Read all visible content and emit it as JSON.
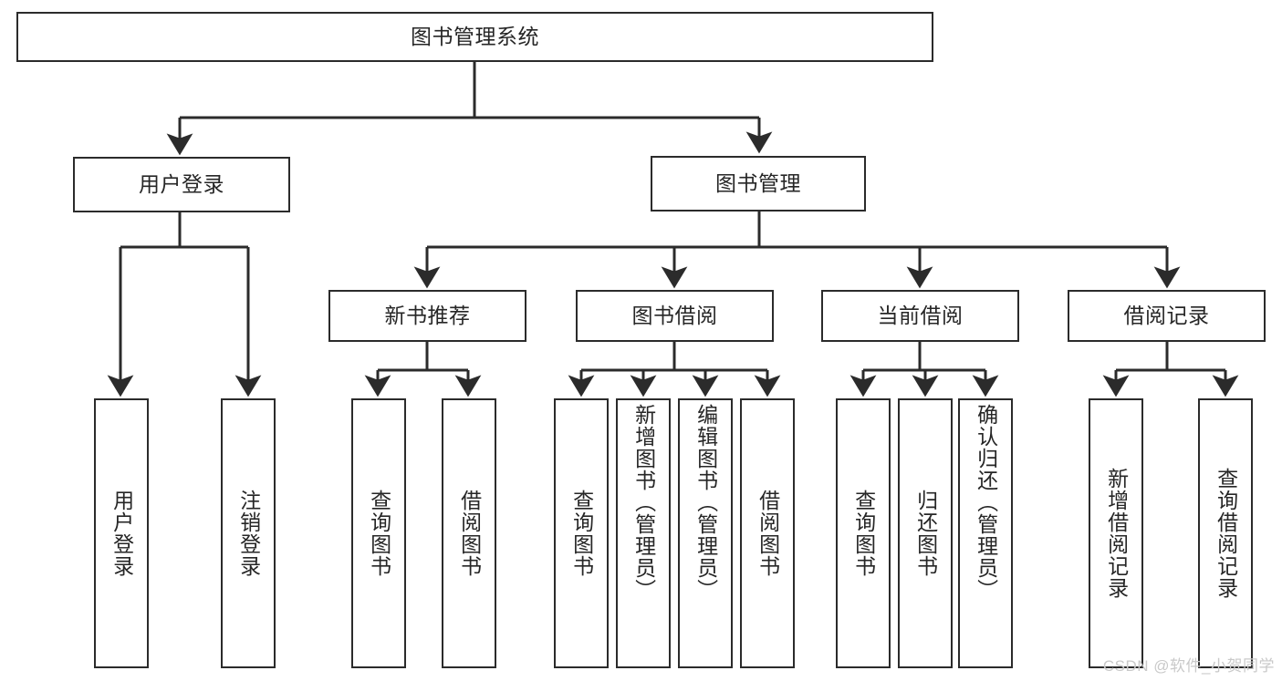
{
  "diagram": {
    "title": "图书管理系统",
    "type": "tree-hierarchy",
    "root": {
      "label": "图书管理系统"
    },
    "level2": [
      {
        "id": "user-login",
        "label": "用户登录"
      },
      {
        "id": "book-management",
        "label": "图书管理"
      }
    ],
    "level3": [
      {
        "id": "new-book-recommend",
        "label": "新书推荐",
        "parent": "book-management"
      },
      {
        "id": "book-borrow",
        "label": "图书借阅",
        "parent": "book-management"
      },
      {
        "id": "current-borrow",
        "label": "当前借阅",
        "parent": "book-management"
      },
      {
        "id": "borrow-record",
        "label": "借阅记录",
        "parent": "book-management"
      }
    ],
    "leaves": [
      {
        "id": "leaf-user-login",
        "label": "用户登录",
        "parent": "user-login"
      },
      {
        "id": "leaf-logout-login",
        "label": "注销登录",
        "parent": "user-login"
      },
      {
        "id": "leaf-query-book-1",
        "label": "查询图书",
        "parent": "new-book-recommend"
      },
      {
        "id": "leaf-borrow-book-1",
        "label": "借阅图书",
        "parent": "new-book-recommend"
      },
      {
        "id": "leaf-query-book-2",
        "label": "查询图书",
        "parent": "book-borrow"
      },
      {
        "id": "leaf-add-book",
        "label": "新增图书（管理员）",
        "parent": "book-borrow"
      },
      {
        "id": "leaf-edit-book",
        "label": "编辑图书（管理员）",
        "parent": "book-borrow"
      },
      {
        "id": "leaf-borrow-book-2",
        "label": "借阅图书",
        "parent": "book-borrow"
      },
      {
        "id": "leaf-query-book-3",
        "label": "查询图书",
        "parent": "current-borrow"
      },
      {
        "id": "leaf-return-book",
        "label": "归还图书",
        "parent": "current-borrow"
      },
      {
        "id": "leaf-confirm-return",
        "label": "确认归还（管理员）",
        "parent": "current-borrow"
      },
      {
        "id": "leaf-add-record",
        "label": "新增借阅记录",
        "parent": "borrow-record"
      },
      {
        "id": "leaf-query-record",
        "label": "查询借阅记录",
        "parent": "borrow-record"
      }
    ],
    "colors": {
      "stroke": "#2b2b2b",
      "fill": "#ffffff",
      "text": "#262626",
      "watermark": "#c9c9c9"
    }
  },
  "watermark": {
    "text": "CSDN @软件_小贺同学"
  }
}
